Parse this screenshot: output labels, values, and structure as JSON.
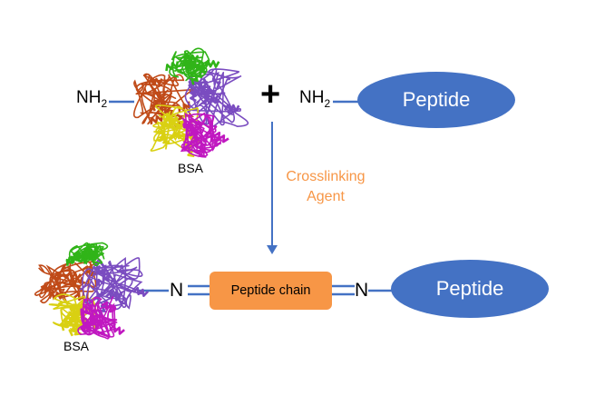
{
  "reactant": {
    "amine_left": "NH",
    "amine_left_sub": "2",
    "protein_label": "BSA",
    "plus": "+",
    "amine_right": "NH",
    "amine_right_sub": "2",
    "peptide_label": "Peptide"
  },
  "arrow": {
    "agent_line1": "Crosslinking",
    "agent_line2": "Agent"
  },
  "product": {
    "protein_label": "BSA",
    "n_left": "N",
    "chain_label": "Peptide chain",
    "n_right": "N",
    "peptide_label": "Peptide"
  },
  "colors": {
    "peptide_fill": "#4472c4",
    "chain_fill": "#f79646",
    "agent_text": "#f79646",
    "line": "#4472c4"
  },
  "protein_chain_colors": [
    "#c04a18",
    "#7a4cc0",
    "#d9d012",
    "#c018c0",
    "#30b418"
  ]
}
